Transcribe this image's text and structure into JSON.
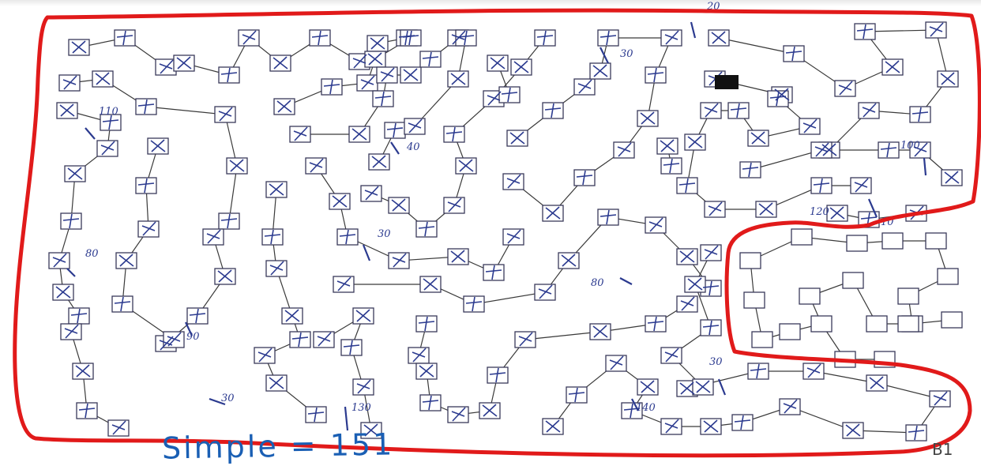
{
  "document": {
    "type": "connect-the-boxes test sheet (scanned)",
    "score_annotation": "Simple = 151",
    "sheet_code": "B1"
  },
  "annotations": {
    "margin_numbers": [
      "20",
      "30",
      "40",
      "30",
      "80",
      "100",
      "10",
      "30",
      "80",
      "120",
      "30",
      "140",
      "130",
      "110",
      "90"
    ]
  },
  "colors": {
    "outline": "#e11a1a",
    "ink_lines": "#3a3a3a",
    "box_border": "#3a3a5a",
    "pen_marks": "#2b3a8f",
    "start_marker": "#111111",
    "score_ink": "#1a5fb4"
  }
}
